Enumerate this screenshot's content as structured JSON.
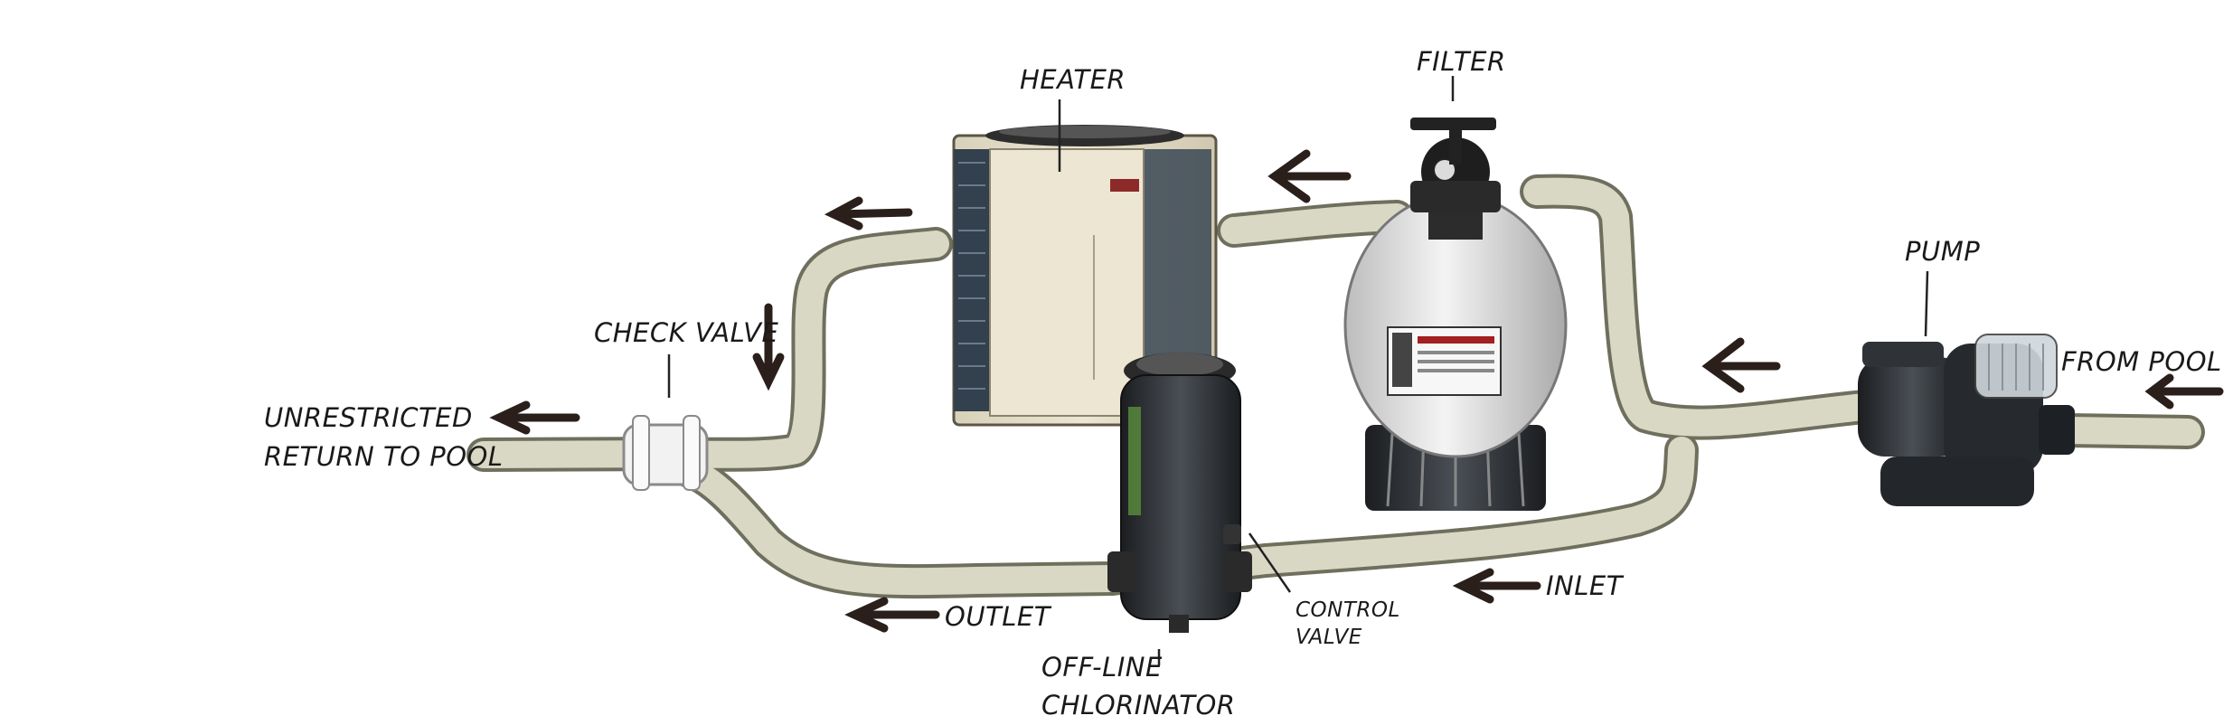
{
  "labels": {
    "heater": "HEATER",
    "filter": "FILTER",
    "pump": "PUMP",
    "from_pool": "FROM POOL",
    "check_valve": "CHECK VALVE",
    "unrestricted_1": "UNRESTRICTED",
    "unrestricted_2": "RETURN TO POOL",
    "outlet": "OUTLET",
    "inlet": "INLET",
    "control_1": "CONTROL",
    "control_2": "VALVE",
    "chlorinator_1": "OFF-LINE",
    "chlorinator_2": "CHLORINATOR"
  },
  "colors": {
    "pipe_fill": "#d9d8c4",
    "pipe_edge": "#6f6f5e",
    "arrow": "#2a1f1a",
    "heater_body": "#e6e0cc",
    "filter_tank": "#e9e9e9",
    "equipment_dark": "#2b2e33"
  },
  "icons": {
    "heater": "heat-pump-unit-icon",
    "filter": "sand-filter-tank-icon",
    "pump": "pool-pump-icon",
    "chlorinator": "chlorinator-canister-icon",
    "check_valve": "check-valve-icon",
    "flow_arrow": "flow-arrow-icon"
  }
}
